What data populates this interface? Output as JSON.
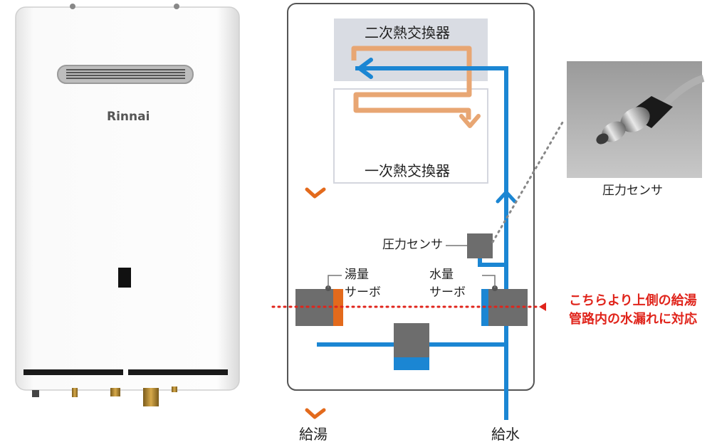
{
  "heater": {
    "brand": "Rinnai"
  },
  "diagram": {
    "secondary_exchanger": "二次熱交換器",
    "primary_exchanger": "一次熱交換器",
    "pressure_sensor_label": "圧力センサ",
    "hot_water_servo_line1": "湯量",
    "hot_water_servo_line2": "サーボ",
    "water_servo_line1": "水量",
    "water_servo_line2": "サーボ",
    "outlet_hot": "給湯",
    "inlet_water": "給水"
  },
  "photo": {
    "caption": "圧力センサ"
  },
  "annotation": {
    "line1": "こちらより上側の給湯",
    "line2": "管路内の水漏れに対応"
  },
  "colors": {
    "water_pipe": "#1b86d3",
    "hot_flow": "#e8a673",
    "hot_servo": "#e36a1c",
    "component": "#6d6d6d",
    "annotation": "#e0241b",
    "frame": "#555555"
  }
}
